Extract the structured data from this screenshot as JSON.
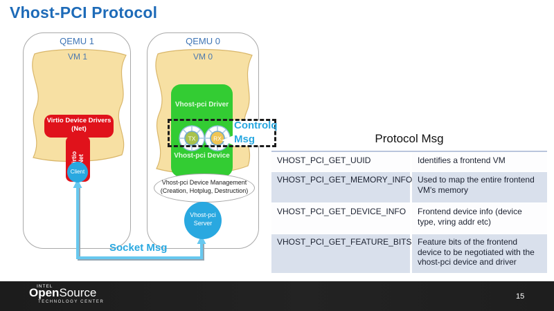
{
  "slide": {
    "title": "Vhost-PCI Protocol"
  },
  "diagram": {
    "qemu1": {
      "label": "QEMU 1",
      "vm_label": "VM 1",
      "driver_label": "Virtio Device Drivers",
      "driver_sub": "(Net)",
      "virtio_net_label": "Virtio Net",
      "client_label": "Client"
    },
    "qemu0": {
      "label": "QEMU 0",
      "vm_label": "VM 0",
      "vhost_driver_label": "Vhost-pci Driver",
      "vhost_device_label": "Vhost-pci Device",
      "tx_label": "TX",
      "rx_label": "RX",
      "mgmt_label": "Vhost-pci Device Management",
      "mgmt_sub": "(Creation, Hotplug, Destruction)",
      "server_label": "Vhost-pci Server"
    },
    "controlq_label": "Controlq Msg",
    "socket_label": "Socket Msg"
  },
  "table": {
    "title": "Protocol Msg",
    "rows": [
      {
        "msg": "VHOST_PCI_GET_UUID",
        "desc": "Identifies a frontend VM"
      },
      {
        "msg": "VHOST_PCI_GET_MEMORY_INFO",
        "desc": "Used to map the entire frontend VM's memory"
      },
      {
        "msg": "VHOST_PCI_GET_DEVICE_INFO",
        "desc": "Frontend device info (device type, vring addr etc)"
      },
      {
        "msg": "VHOST_PCI_GET_FEATURE_BITS",
        "desc": "Feature bits of the frontend device to be negotiated with the vhost-pci device and driver"
      }
    ]
  },
  "footer": {
    "logo_top": "INTEL",
    "logo_main_bold": "Open",
    "logo_main_rest": "Source",
    "logo_sub": "TECHNOLOGY CENTER",
    "page": "15"
  },
  "colors": {
    "title_blue": "#1E6BB8",
    "label_blue": "#3E74B5",
    "red": "#E0121B",
    "green": "#33CC33",
    "circle_blue": "#29A8E0",
    "arrow_cyan": "#67C8EF",
    "vm_tan": "#F7E0A3",
    "table_band": "#D9E0EC",
    "footer_bg": "#1E1E1E",
    "tx_hub": "#A8C24C",
    "rx_hub": "#EFC554"
  }
}
